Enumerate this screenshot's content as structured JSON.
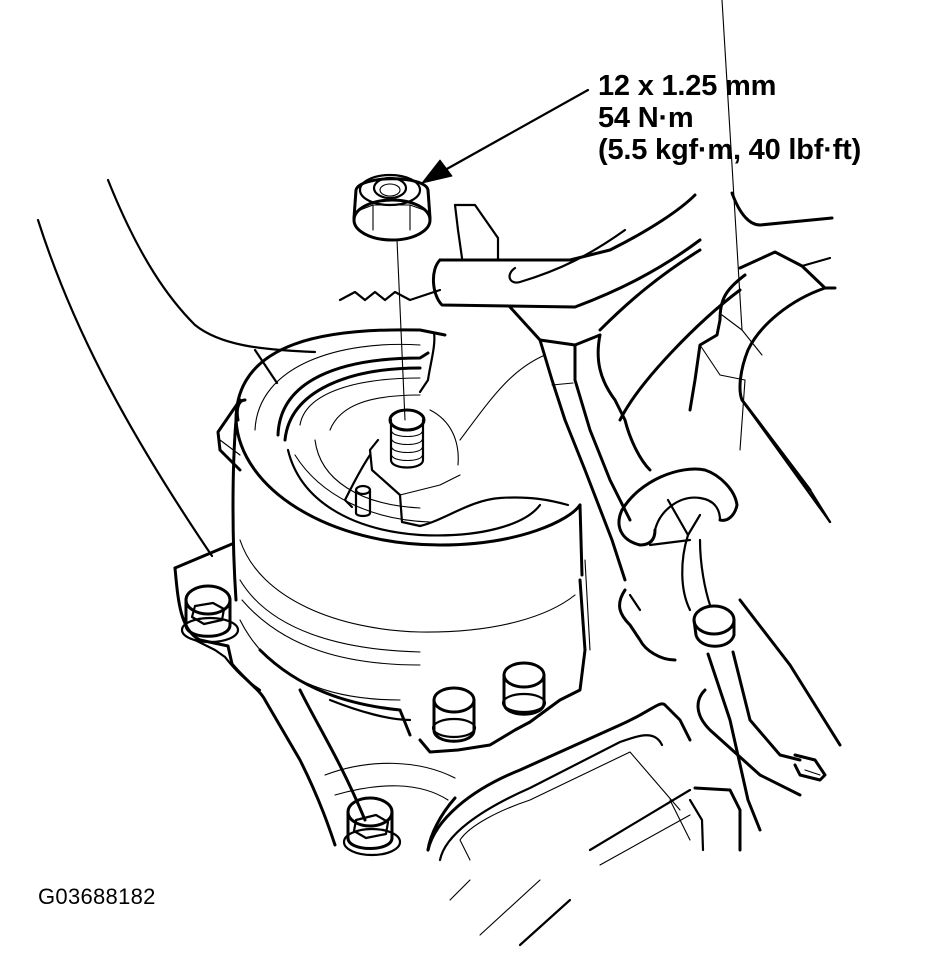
{
  "diagram": {
    "subject": "engine-mount-with-self-locking-nut",
    "callout": {
      "thread_size": "12 x 1.25 mm",
      "torque_nm": "54 N·m",
      "torque_alt": "(5.5 kgf·m, 40 lbf·ft)",
      "points_to": "flange-nut"
    },
    "figure_id": "G03688182",
    "components": [
      {
        "name": "flange-nut",
        "label": ""
      },
      {
        "name": "mount-stud",
        "label": ""
      },
      {
        "name": "engine-mount-body",
        "label": ""
      },
      {
        "name": "mount-bracket",
        "label": ""
      },
      {
        "name": "mounting-bolts",
        "label": "",
        "count": 5
      },
      {
        "name": "hose-and-clamp",
        "label": ""
      },
      {
        "name": "frame-rail",
        "label": ""
      }
    ],
    "colors": {
      "line": "#000000",
      "background": "#ffffff"
    }
  }
}
